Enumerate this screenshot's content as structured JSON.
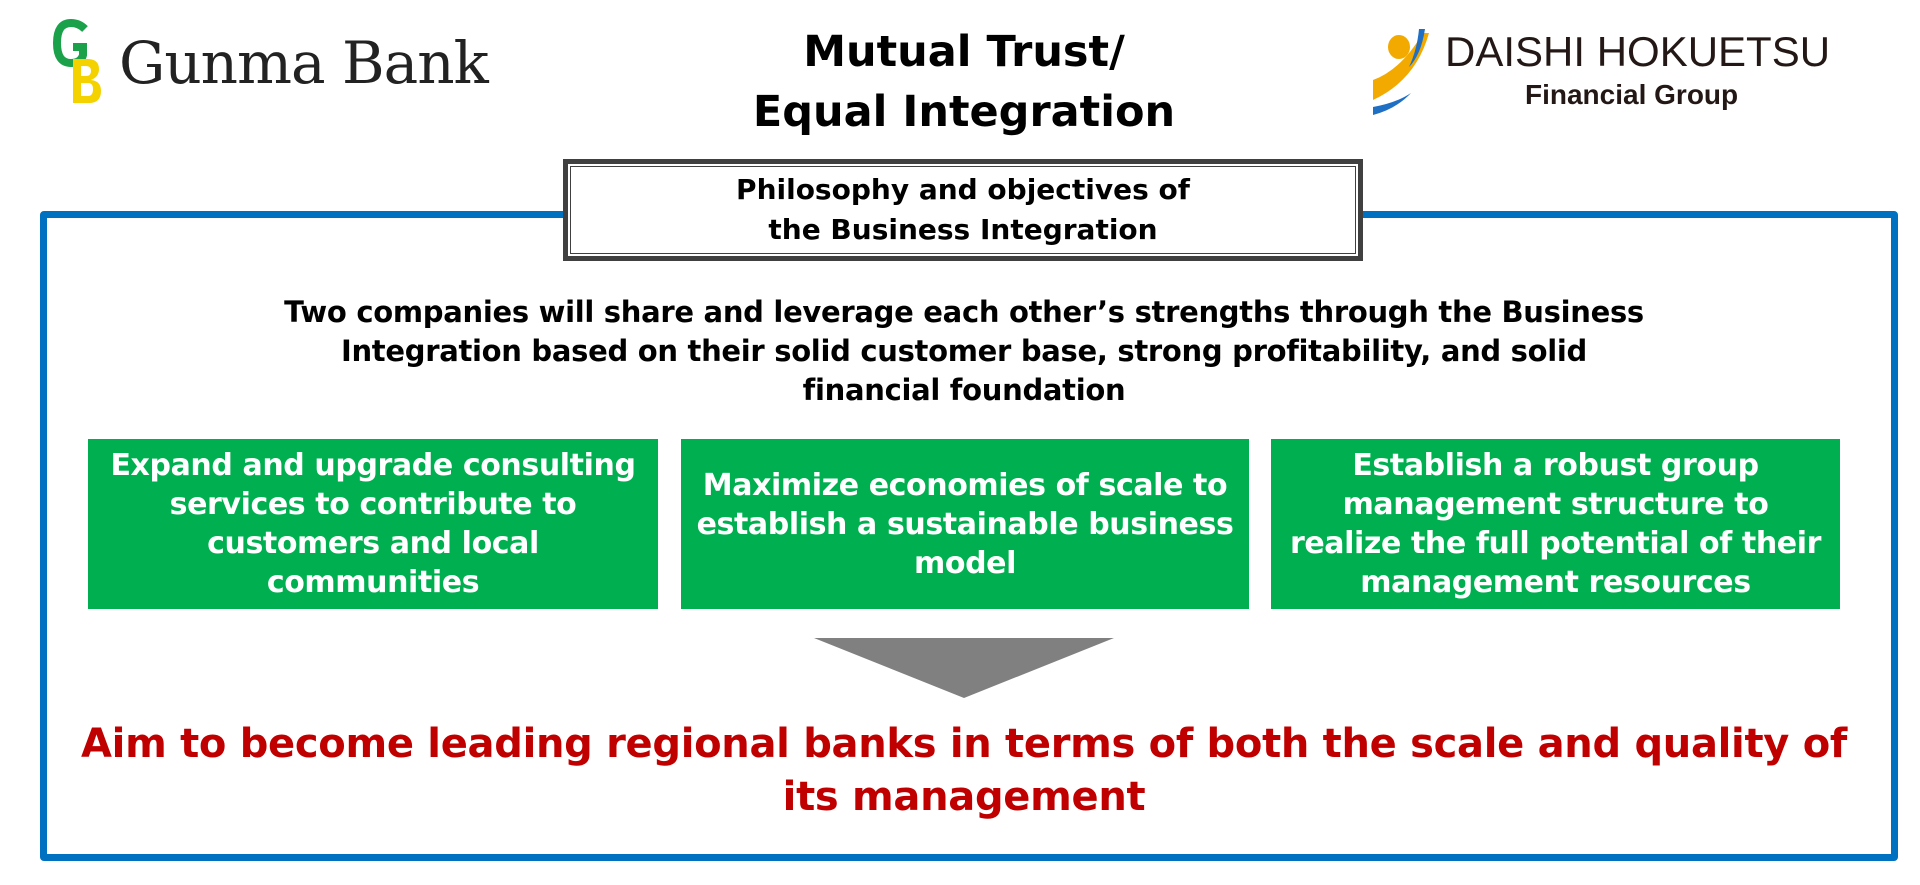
{
  "logos": {
    "left": {
      "mark_letters": "GB",
      "name": "Gunma Bank"
    },
    "right": {
      "name": "DAISHI HOKUETSU",
      "subtitle": "Financial Group"
    }
  },
  "header": {
    "title_line1": "Mutual Trust/",
    "title_line2": "Equal Integration"
  },
  "philosophy": {
    "title_line1": "Philosophy and objectives of",
    "title_line2": "the Business Integration"
  },
  "summary": {
    "line1": "Two companies will share and leverage each other’s strengths through the Business",
    "line2": "Integration based on their solid customer base, strong profitability, and solid",
    "line3": "financial foundation"
  },
  "objectives": [
    {
      "text": "Expand and upgrade consulting services to contribute to customers and local communities"
    },
    {
      "text": "Maximize economies of scale to establish a sustainable business model"
    },
    {
      "text": "Establish a robust group management structure to realize the full potential of their management resources"
    }
  ],
  "goal": {
    "text": "Aim to become leading regional banks in terms of both the scale and quality of its management"
  },
  "colors": {
    "frame": "#0070c0",
    "objective_bg": "#00b050",
    "goal_text": "#c00000",
    "arrow": "#808080"
  }
}
